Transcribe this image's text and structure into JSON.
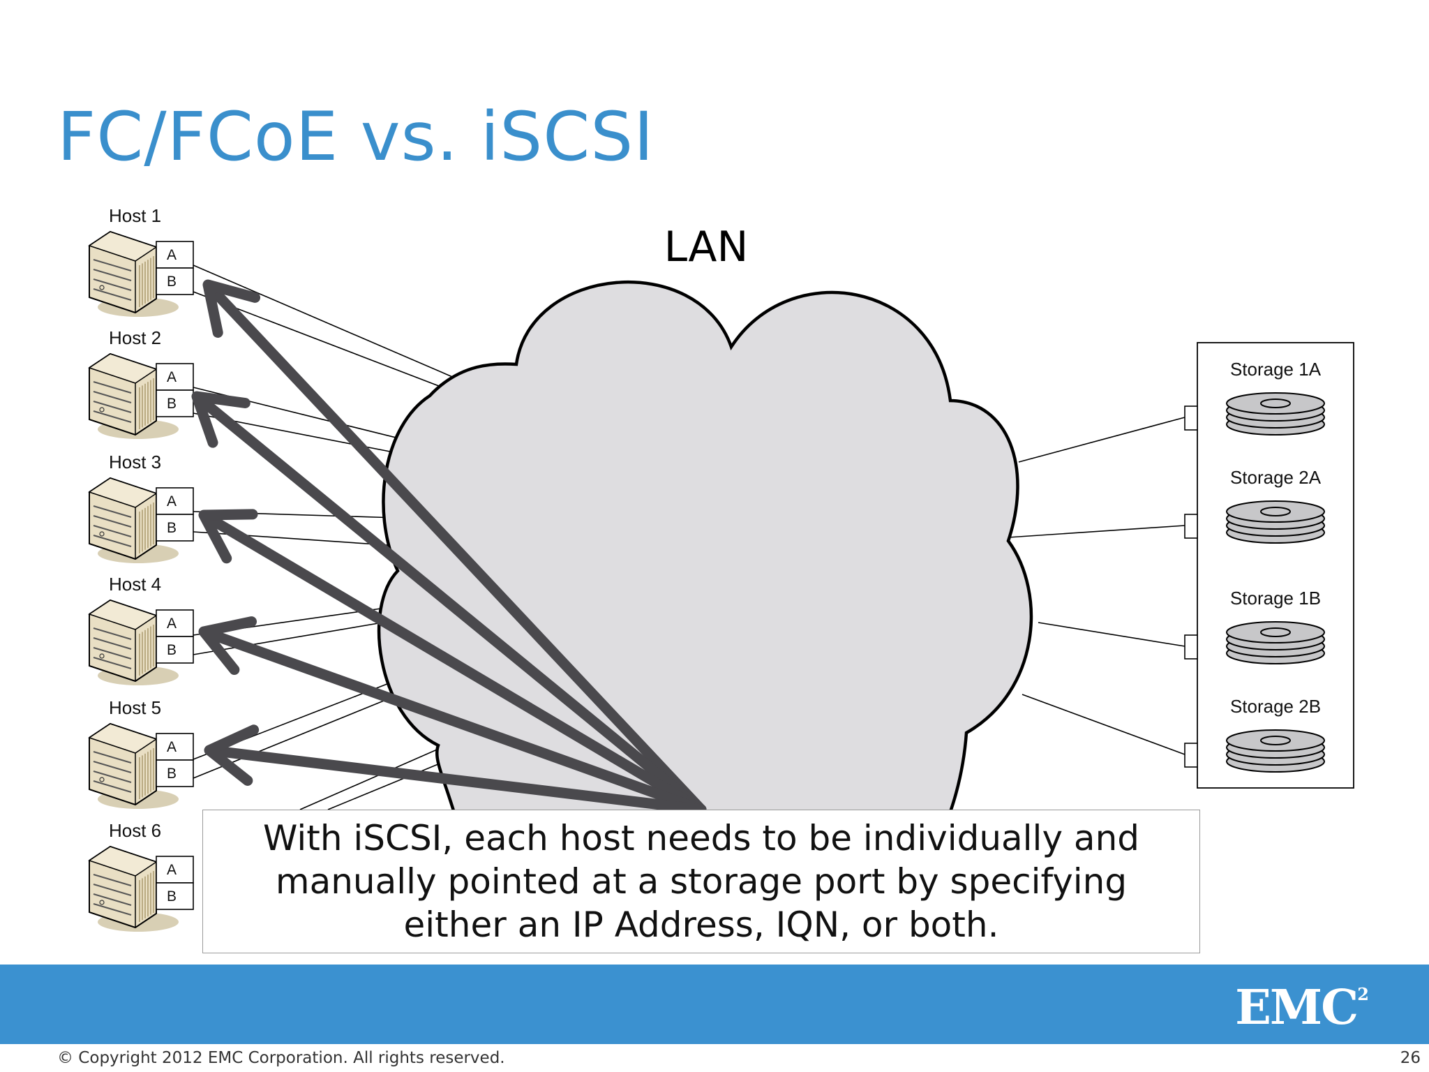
{
  "slide": {
    "title": "FC/FCoE vs. iSCSI",
    "page_number": "26",
    "copyright": "© Copyright 2012 EMC Corporation. All rights reserved.",
    "logo_text": "EMC",
    "logo_superscript": "2"
  },
  "diagram": {
    "lan_label": "LAN",
    "hosts": [
      {
        "label": "Host 1",
        "ports": [
          "A",
          "B"
        ]
      },
      {
        "label": "Host 2",
        "ports": [
          "A",
          "B"
        ]
      },
      {
        "label": "Host 3",
        "ports": [
          "A",
          "B"
        ]
      },
      {
        "label": "Host 4",
        "ports": [
          "A",
          "B"
        ]
      },
      {
        "label": "Host 5",
        "ports": [
          "A",
          "B"
        ]
      },
      {
        "label": "Host 6",
        "ports": [
          "A",
          "B"
        ]
      }
    ],
    "storage": [
      "Storage 1A",
      "Storage 2A",
      "Storage 1B",
      "Storage 2B"
    ],
    "icons": {
      "host": "server-icon",
      "storage": "disk-stack-icon",
      "network": "cloud-icon",
      "pointer": "arrow-icon"
    },
    "colors": {
      "title": "#3a8fcc",
      "footer": "#3b91d0",
      "cloud_fill": "#dedde0",
      "arrow": "#4a494d"
    }
  },
  "callout": {
    "lines": [
      "With iSCSI, each host needs to be individually and",
      "manually pointed at a storage port by specifying",
      "either an IP Address, IQN, or both."
    ]
  }
}
